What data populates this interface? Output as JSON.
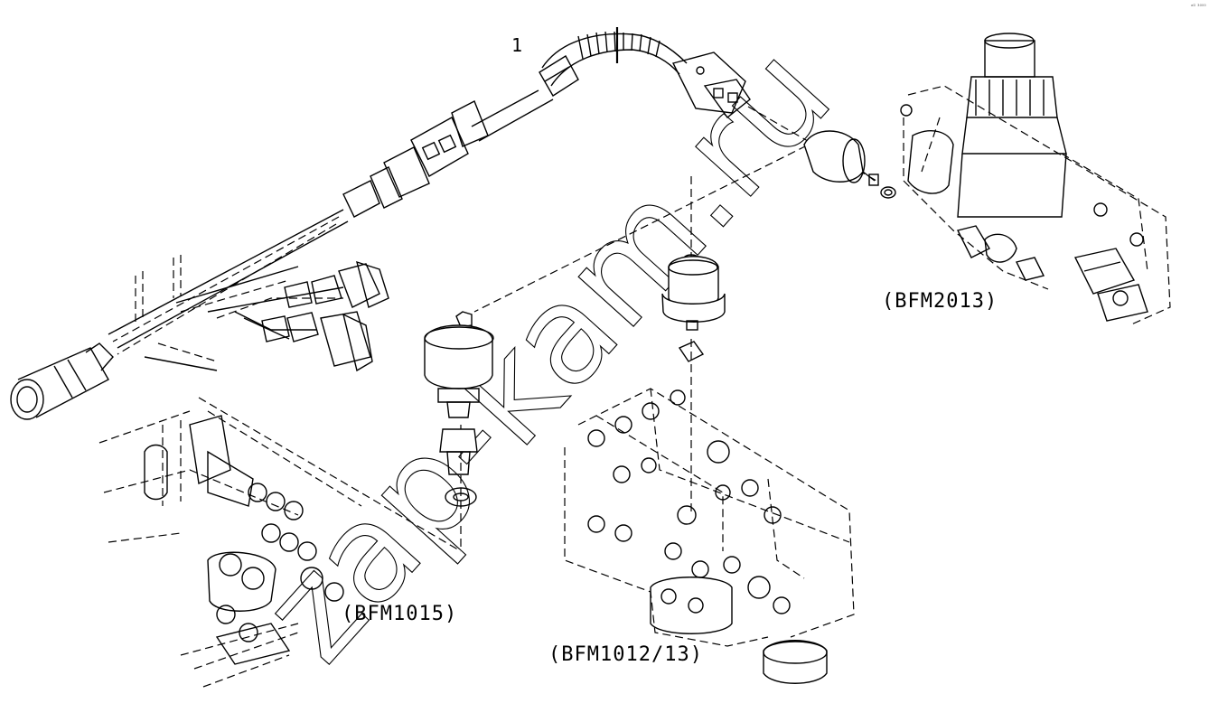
{
  "labels": {
    "part_number": "1",
    "bfm2013": "(BFM2013)",
    "bfm1015": "(BFM1015)",
    "bfm1012": "(BFM1012/13)"
  },
  "watermark": "zap-kam.ru",
  "corner_mark": "ᵃᴰ ³⁰⁰⁰"
}
